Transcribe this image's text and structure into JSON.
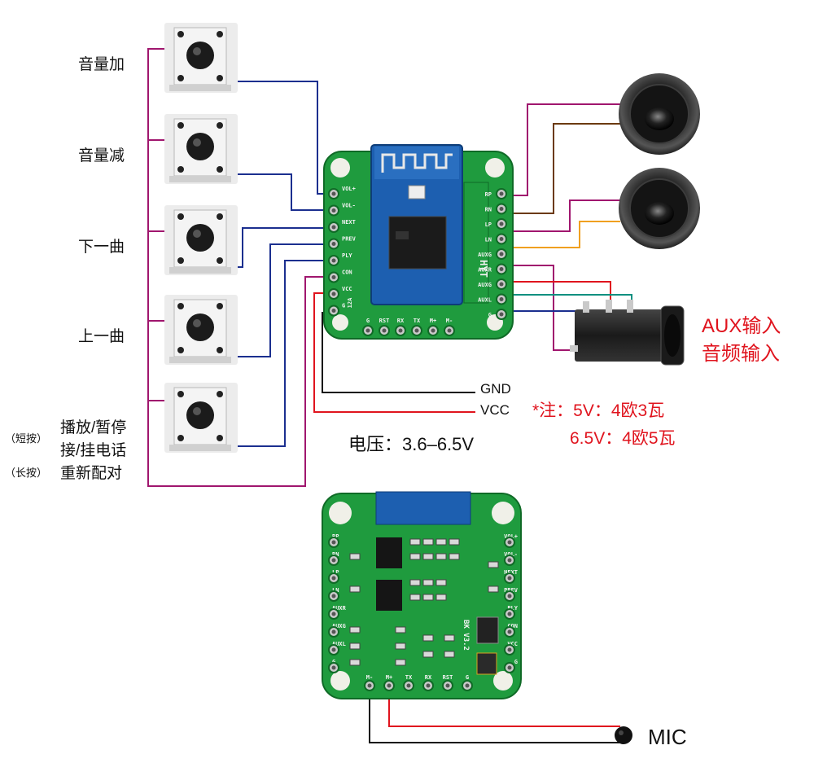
{
  "buttons": [
    {
      "label": "音量加"
    },
    {
      "label": "音量减"
    },
    {
      "label": "下一曲"
    },
    {
      "label": "上一曲"
    },
    {
      "label_line1": "播放/暂停",
      "label_line2": "接/挂电话",
      "label_line3": "重新配对",
      "note_short": "（短按）",
      "note_long": "（长按）"
    }
  ],
  "labels": {
    "gnd": "GND",
    "vcc": "VCC",
    "voltage": "电压：3.6–6.5V",
    "aux_line1": "AUX输入",
    "aux_line2": "音频输入",
    "note_line1": "*注：5V：4欧3瓦",
    "note_line2": "6.5V：4欧5瓦",
    "mic": "MIC"
  },
  "board_top": {
    "left_pins": [
      "VOL+",
      "VOL-",
      "NEXT",
      "PREV",
      "PLY",
      "CON",
      "VCC",
      "G"
    ],
    "right_pins": [
      "RP",
      "RN",
      "LP",
      "LN",
      "AUXG",
      "AUXR",
      "AUXG",
      "AUXL",
      "G"
    ],
    "bottom_pins": [
      "G",
      "RST",
      "RX",
      "TX",
      "M+",
      "M-"
    ],
    "module_text": "HYT",
    "label_12a": "12A"
  },
  "board_bottom": {
    "left_pins": [
      "RP",
      "RN",
      "LP",
      "LN",
      "AUXR",
      "AUXG",
      "AUXL",
      "G"
    ],
    "right_pins": [
      "VOL+",
      "VOL-",
      "NEXT",
      "PREV",
      "PLY",
      "CON",
      "VCC",
      "G"
    ],
    "bottom_pins": [
      "M-",
      "M+",
      "TX",
      "RX",
      "RST",
      "G"
    ],
    "version": "BK V3.2"
  },
  "colors": {
    "wire_magenta": "#a0166e",
    "wire_blue": "#1b2f8f",
    "wire_red": "#e0141e",
    "wire_black": "#111111",
    "wire_brown": "#6b3a10",
    "wire_orange": "#f0a020",
    "wire_teal": "#109080",
    "pcb_green": "#1f9b3e",
    "module_blue": "#1d5fb0"
  }
}
